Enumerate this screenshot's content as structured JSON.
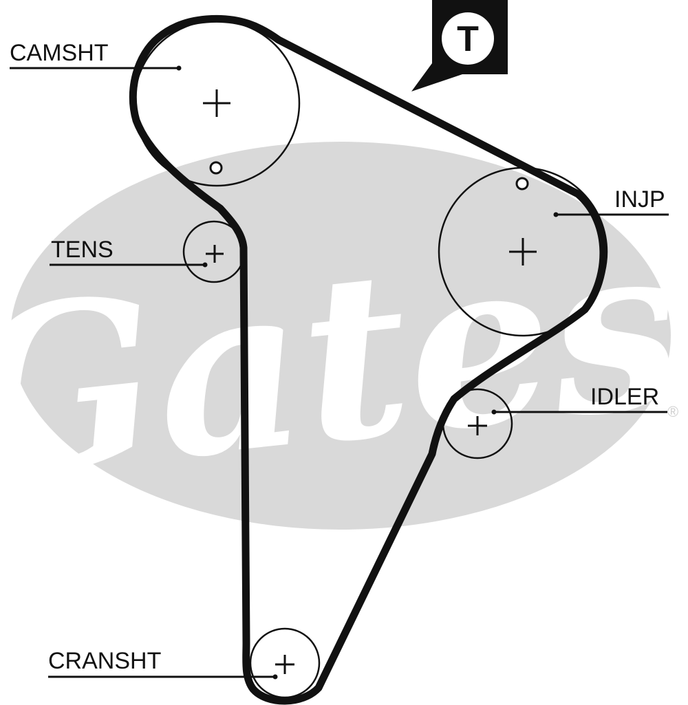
{
  "diagram": {
    "badge": {
      "letter": "T"
    },
    "logo": {
      "text": "Gates",
      "registered_mark": "®",
      "oval_color": "#d9d9d9"
    },
    "belt_color": "#111111",
    "pulleys": [
      {
        "id": "camsht",
        "label": "CAMSHT",
        "has_timing_mark": true
      },
      {
        "id": "tens",
        "label": "TENS",
        "has_timing_mark": false
      },
      {
        "id": "injp",
        "label": "INJP",
        "has_timing_mark": true
      },
      {
        "id": "idler",
        "label": "IDLER",
        "has_timing_mark": false
      },
      {
        "id": "cransht",
        "label": "CRANSHT",
        "has_timing_mark": false
      }
    ]
  }
}
